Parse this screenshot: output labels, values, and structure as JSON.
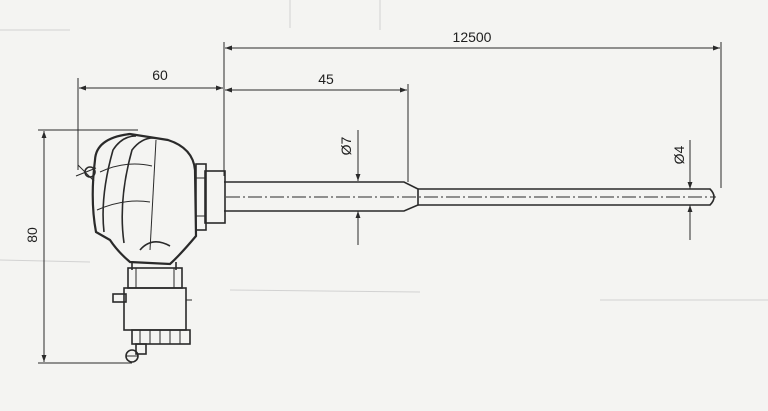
{
  "dimensions": {
    "overall_length": "12500",
    "head_width": "60",
    "step_length": "45",
    "step_diameter": "Ø7",
    "tip_diameter": "Ø4",
    "height": "80"
  },
  "colors": {
    "line": "#2a2a2a",
    "paper": "#f4f4f2"
  }
}
